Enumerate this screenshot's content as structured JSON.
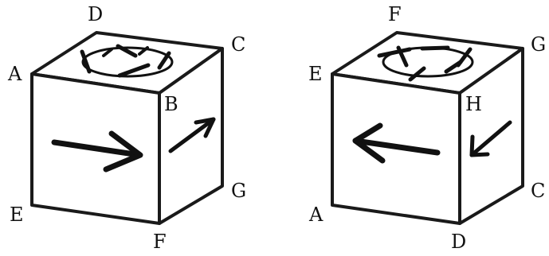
{
  "cube_left": {
    "labels": {
      "top_back": "D",
      "top_right": "C",
      "top_left": "A",
      "top_front_right": "B",
      "bottom_left": "E",
      "bottom_front_right": "F",
      "bottom_right": "G"
    },
    "front_arrow": "arrow-right",
    "side_arrow": "arrow-up-right",
    "top_symbol": "circular-arrows"
  },
  "cube_right": {
    "labels": {
      "top_back": "F",
      "top_right": "G",
      "top_left": "E",
      "top_front_right": "H",
      "bottom_left": "A",
      "bottom_front_right": "D",
      "bottom_right": "C"
    },
    "front_arrow": "arrow-left",
    "side_arrow": "arrow-down-left",
    "top_symbol": "circular-arrows"
  }
}
